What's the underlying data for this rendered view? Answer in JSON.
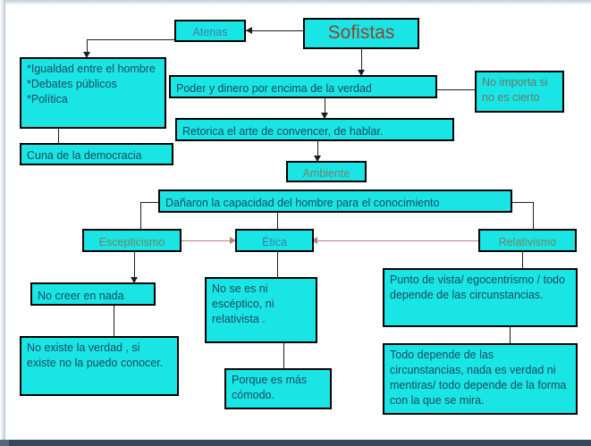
{
  "document": {
    "kind": "concept-map",
    "title": "Sofistas",
    "language": "es"
  },
  "colors": {
    "node_fill": "#1ae5e5",
    "node_border": "#000000",
    "title_text": "#8a4632",
    "body_text": "#1b4a5e",
    "steel_text": "#3e7fa6",
    "olive_text": "#7b8062",
    "connector": "#1d1d1d",
    "connector_accent": "#b08080",
    "canvas": "#ffffff",
    "chrome_bottom": "#33485c"
  },
  "nodes": {
    "sofistas": "Sofistas",
    "atenas": "Atenas",
    "igualdad": "*Igualdad entre el hombre\n*Debates públicos\n*Política",
    "cuna": "Cuna de la democracia",
    "poder": "Poder y dinero por encima de la verdad",
    "no_importa": "No importa si no es cierto",
    "retorica": "Retorica el arte de convencer, de hablar.",
    "ambiente": "Ambiente",
    "danaron": "Dañaron la capacidad del hombre para el conocimiento",
    "escepticismo": "Escepticismo",
    "etica": "Ética",
    "relativismo": "Relativismo",
    "no_creer": "No creer en nada",
    "no_existe": "No existe la verdad , si existe no la puedo conocer.",
    "no_se_es": "No se es ni escéptico, ni relativista .",
    "porque": "Porque es más cómodo.",
    "punto_vista": "Punto de vista/ egocentrismo / todo depende de las circunstancias.",
    "todo_depende": "Todo depende de las circunstancias, nada es verdad ni mentiras/ todo depende de la forma con la que se mira."
  },
  "edges": [
    {
      "from": "sofistas",
      "to": "atenas",
      "marker": "arrow-left"
    },
    {
      "from": "atenas",
      "to": "igualdad",
      "marker": "arrow-down"
    },
    {
      "from": "igualdad",
      "to": "cuna",
      "marker": "none"
    },
    {
      "from": "sofistas",
      "to": "poder",
      "marker": "arrow-down"
    },
    {
      "from": "poder",
      "to": "no_importa",
      "marker": "none"
    },
    {
      "from": "poder",
      "to": "retorica",
      "marker": "arrow-down"
    },
    {
      "from": "retorica",
      "to": "ambiente",
      "marker": "arrow-down"
    },
    {
      "from": "danaron",
      "to": "escepticismo",
      "marker": "none"
    },
    {
      "from": "danaron",
      "to": "etica",
      "marker": "none"
    },
    {
      "from": "danaron",
      "to": "relativismo",
      "marker": "none"
    },
    {
      "from": "escepticismo",
      "to": "etica",
      "marker": "arrow-right"
    },
    {
      "from": "relativismo",
      "to": "etica",
      "marker": "arrow-left"
    },
    {
      "from": "escepticismo",
      "to": "no_creer",
      "marker": "arrow-down"
    },
    {
      "from": "no_creer",
      "to": "no_existe",
      "marker": "none"
    },
    {
      "from": "etica",
      "to": "no_se_es",
      "marker": "none"
    },
    {
      "from": "no_se_es",
      "to": "porque",
      "marker": "none"
    },
    {
      "from": "relativismo",
      "to": "punto_vista",
      "marker": "none"
    },
    {
      "from": "punto_vista",
      "to": "todo_depende",
      "marker": "none"
    }
  ]
}
